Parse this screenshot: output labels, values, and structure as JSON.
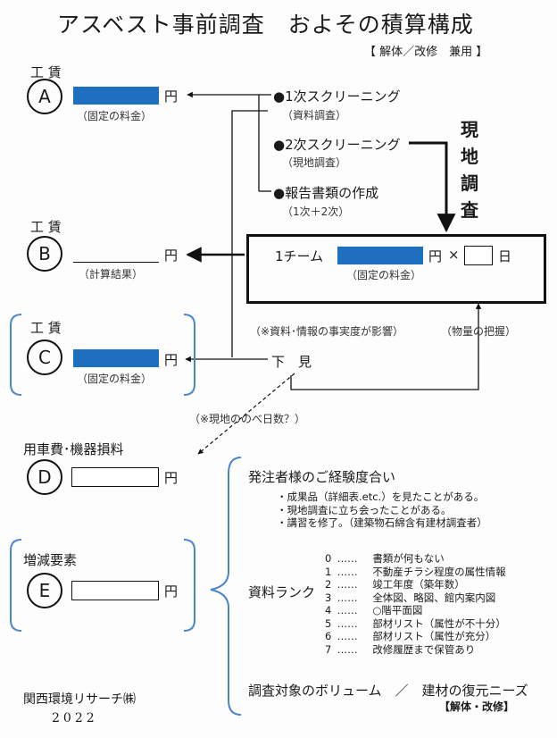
{
  "header": {
    "title": "アスベスト事前調査　およその積算構成",
    "subtitle": "【 解体／改修　兼用 】"
  },
  "yen": "円",
  "sections": {
    "a": {
      "label": "工 賃",
      "letter": "A",
      "note": "（固定の料金）"
    },
    "b": {
      "label": "工 賃",
      "letter": "B",
      "note": "（計算結果）"
    },
    "c": {
      "label": "工 賃",
      "letter": "C",
      "note": "（固定の料金）"
    },
    "d": {
      "label": "用車費･機器損料",
      "letter": "D"
    },
    "e": {
      "label": "増減要素",
      "letter": "E"
    }
  },
  "steps": {
    "first": {
      "title": "●1次スクリーニング",
      "sub": "（資料調査）"
    },
    "second": {
      "title": "●2次スクリーニング",
      "sub": "（現地調査）"
    },
    "report": {
      "title": "●報告書類の作成",
      "sub": "（1次＋2次）"
    }
  },
  "genchi_chousa": "現地調査",
  "team": {
    "label": "1チーム",
    "note": "（固定の料金）",
    "multiply": "×",
    "day": "日"
  },
  "annotations": {
    "influence": "（※資料･情報の事実度が影響）",
    "quantity": "（物量の把握）",
    "shitami": "下　見",
    "days_note": "（※現地ののべ日数？）"
  },
  "experience": {
    "title": "発注者様のご経験度合い",
    "items": [
      "・成果品（詳細表.etc.）を見たことがある。",
      "・現地調査に立ち会ったことがある。",
      "・講習を修了。（建築物石綿含有建材調査者）"
    ]
  },
  "rank": {
    "title": "資料ランク",
    "grades": [
      {
        "num": "0",
        "dots": "……",
        "text": "書類が何もない"
      },
      {
        "num": "1",
        "dots": "……",
        "text": "不動産チラシ程度の属性情報"
      },
      {
        "num": "2",
        "dots": "……",
        "text": "竣工年度（築年数）"
      },
      {
        "num": "3",
        "dots": "……",
        "text": "全体図、略図、館内案内図"
      },
      {
        "num": "4",
        "dots": "……",
        "text": "○階平面図"
      },
      {
        "num": "5",
        "dots": "……",
        "text": "部材リスト（属性が不十分）"
      },
      {
        "num": "6",
        "dots": "……",
        "text": "部材リスト（属性が充分）"
      },
      {
        "num": "7",
        "dots": "……",
        "text": "改修履歴まで保管あり"
      }
    ]
  },
  "volume": {
    "title": "調査対象のボリューム　／　建材の復元ニーズ",
    "tag": "【解体・改修】"
  },
  "footer": {
    "company": "関西環境リサーチ㈱",
    "year": "2022"
  },
  "colors": {
    "accent_blue": "#1f6fc0",
    "bracket_blue": "#4a86c8"
  }
}
